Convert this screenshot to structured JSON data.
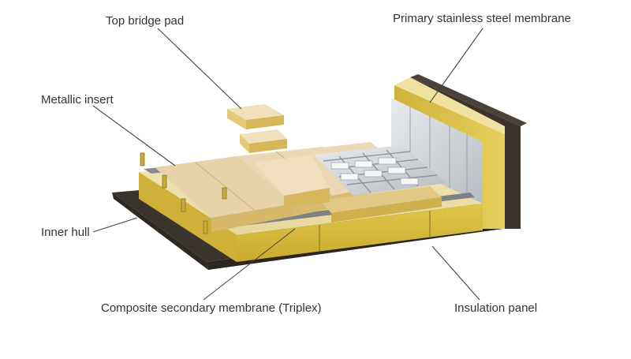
{
  "labels": {
    "top_bridge_pad": "Top bridge pad",
    "primary_membrane": "Primary stainless steel membrane",
    "metallic_insert": "Metallic insert",
    "inner_hull": "Inner hull",
    "composite_membrane": "Composite secondary membrane (Triplex)",
    "insulation_panel": "Insulation panel"
  },
  "colors": {
    "hull": "#3b342d",
    "insulation": "#d9c34a",
    "plywood": "#e8d3ae",
    "membrane": "#c9ccd0",
    "leader": "#444444"
  }
}
